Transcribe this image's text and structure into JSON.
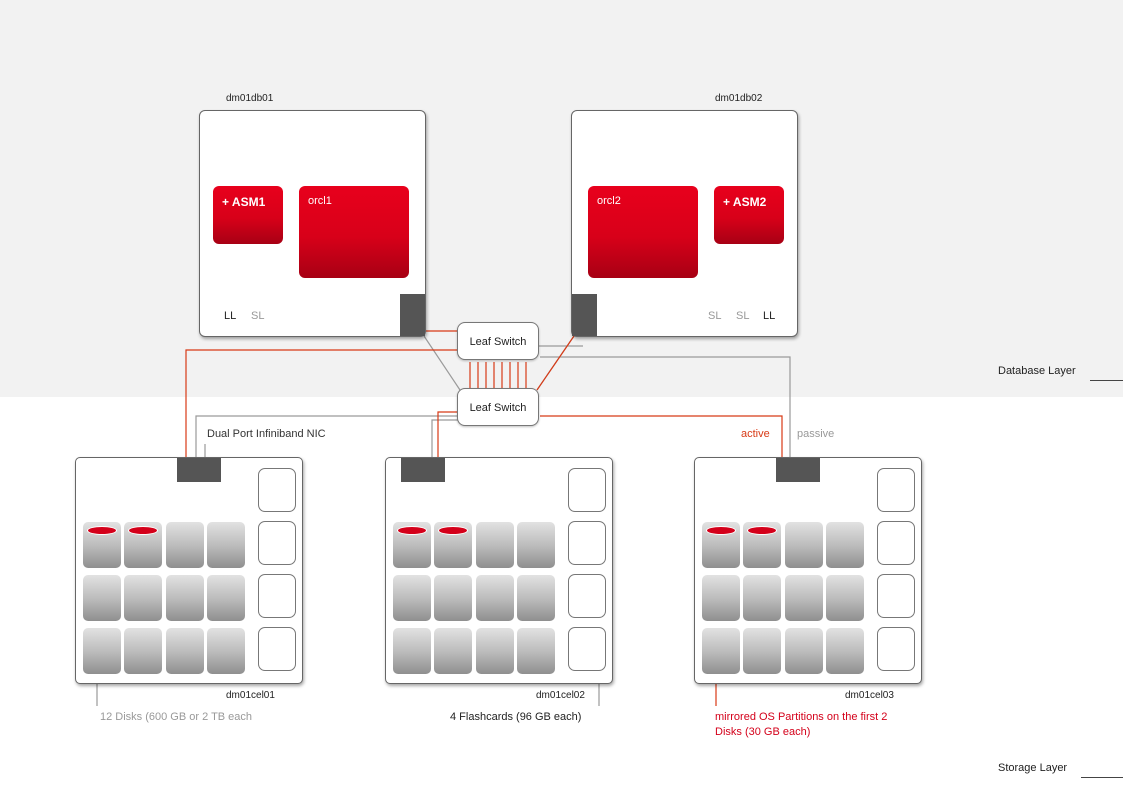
{
  "layers": {
    "database": "Database Layer",
    "storage": "Storage Layer"
  },
  "db_nodes": [
    {
      "name": "dm01db01",
      "instances": [
        "+ ASM1",
        "orcl1"
      ],
      "links": [
        "LL",
        "SL"
      ]
    },
    {
      "name": "dm01db02",
      "instances": [
        "orcl2",
        "+ ASM2"
      ],
      "links": [
        "SL",
        "SL",
        "LL"
      ]
    }
  ],
  "switches": [
    "Leaf Switch",
    "Leaf Switch"
  ],
  "cells": [
    "dm01cel01",
    "dm01cel02",
    "dm01cel03"
  ],
  "annotations": {
    "nic": "Dual Port Infiniband NIC",
    "active": "active",
    "passive": "passive",
    "disks": "12 Disks (600 GB or 2 TB each",
    "flash": "4 Flashcards (96 GB each)",
    "mirrored_line1": "mirrored OS Partitions on the first  2",
    "mirrored_line2": "Disks (30 GB each)"
  },
  "colors": {
    "accent_red": "#e2001a",
    "active_red": "#d83a16",
    "inactive_gray": "#999999",
    "band_gray": "#f2f2f2"
  }
}
